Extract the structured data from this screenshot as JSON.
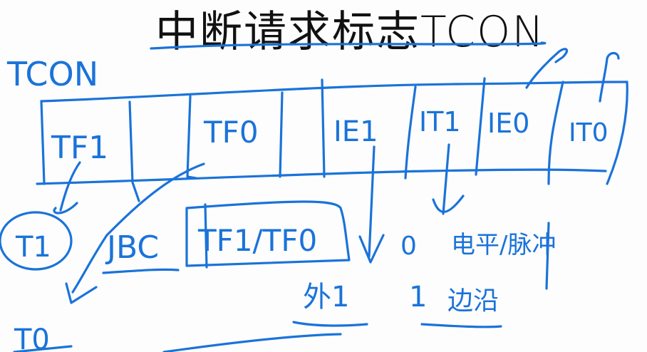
{
  "title": "中断请求标志TCON",
  "colors": {
    "ink": "#1a73d9",
    "title_text": "#111111",
    "background": "#fdfdfd"
  },
  "register": {
    "label": "TCON",
    "cells": [
      "TF1",
      "",
      "TF0",
      "",
      "IE1",
      "IT1",
      "IE0",
      "IT0"
    ]
  },
  "annotations": {
    "t1_circle": "T1",
    "t0_label": "T0",
    "jbc": "JBC",
    "jbc_operand": "TF1/TF0",
    "ie1_meaning": "外1",
    "it1_zero": "0",
    "it1_zero_meaning": "电平/脉冲",
    "it1_one": "1",
    "it1_one_meaning": "边沿"
  }
}
